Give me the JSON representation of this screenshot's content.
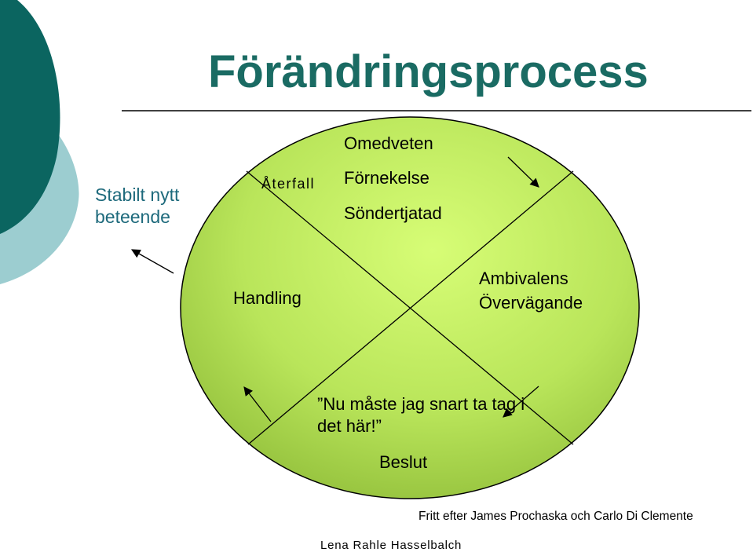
{
  "slide": {
    "title": "Förändringsprocess",
    "side_label": "Stabilt nytt beteende",
    "relapse": "Återfall",
    "stages": {
      "top_1": "Omedveten",
      "top_2": "Förnekelse",
      "top_3": "Söndertjatad",
      "left": "Handling",
      "right_1": "Ambivalens",
      "right_2": "Övervägande",
      "bottom_quote": "”Nu måste jag snart ta tag i det här!”",
      "bottom": "Beslut"
    },
    "credit": "Fritt efter James Prochaska och Carlo Di Clemente",
    "author": "Lena Rahle Hasselbalch"
  },
  "colors": {
    "title": "#1a6b63",
    "side_label": "#1e6a7c",
    "dark_teal": "#0b6560",
    "light_teal": "#9ccdd0",
    "ellipse_light": "#d4fb73",
    "ellipse_dark": "#94c23c"
  }
}
